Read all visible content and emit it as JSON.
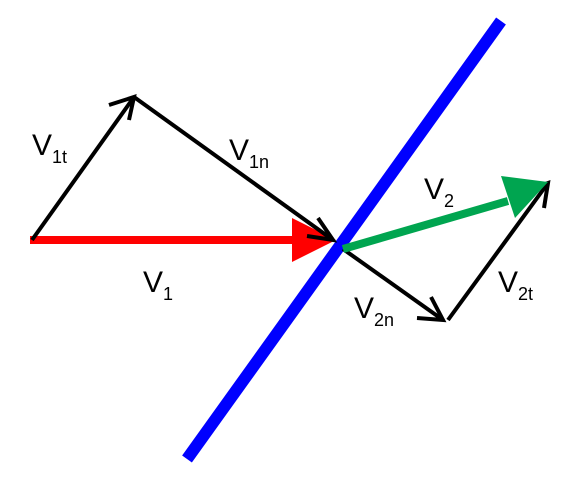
{
  "diagram": {
    "labels": {
      "v1": {
        "main": "V",
        "sub": "1"
      },
      "v1t": {
        "main": "V",
        "sub": "1t"
      },
      "v1n": {
        "main": "V",
        "sub": "1n"
      },
      "v2": {
        "main": "V",
        "sub": "2"
      },
      "v2n": {
        "main": "V",
        "sub": "2n"
      },
      "v2t": {
        "main": "V",
        "sub": "2t"
      }
    },
    "colors": {
      "interface_line": "#0000ff",
      "v1_arrow": "#ff0000",
      "v2_arrow": "#00a550",
      "component_arrows": "#000000"
    }
  }
}
